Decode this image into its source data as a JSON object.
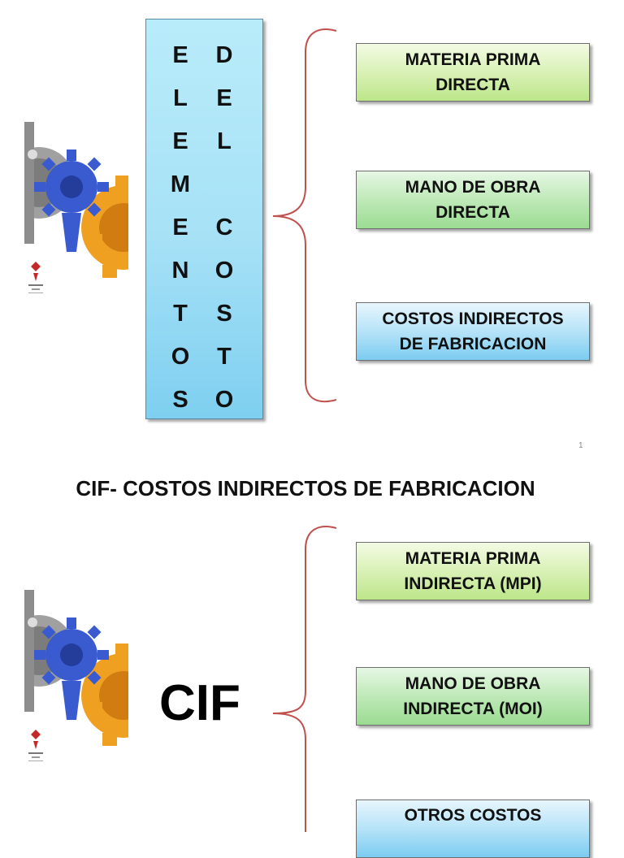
{
  "slide1": {
    "vertical_left": [
      "E",
      "L",
      "E",
      "M",
      "E",
      "N",
      "T",
      "O",
      "S"
    ],
    "vertical_right": [
      "D",
      "E",
      "L",
      "",
      "C",
      "O",
      "S",
      "T",
      "O"
    ],
    "items": [
      {
        "line1": "MATERIA PRIMA",
        "line2": "DIRECTA"
      },
      {
        "line1": "MANO DE OBRA",
        "line2": "DIRECTA"
      },
      {
        "line1": "COSTOS INDIRECTOS",
        "line2": "DE FABRICACION"
      }
    ],
    "page_number": "1"
  },
  "slide2": {
    "title": "CIF- COSTOS INDIRECTOS DE FABRICACION",
    "center_label": "CIF",
    "items": [
      {
        "line1": "MATERIA PRIMA",
        "line2": "INDIRECTA (MPI)"
      },
      {
        "line1": "MANO DE OBRA",
        "line2": "INDIRECTA (MOI)"
      },
      {
        "line1": "OTROS COSTOS",
        "line2": ""
      }
    ]
  },
  "colors": {
    "brace": "#c0504d",
    "gear_blue": "#3a5bd0",
    "gear_orange": "#f0a020",
    "gear_gray": "#9a9a9a"
  },
  "icons": [
    "gears-logo-image",
    "brand-logo-icon"
  ]
}
